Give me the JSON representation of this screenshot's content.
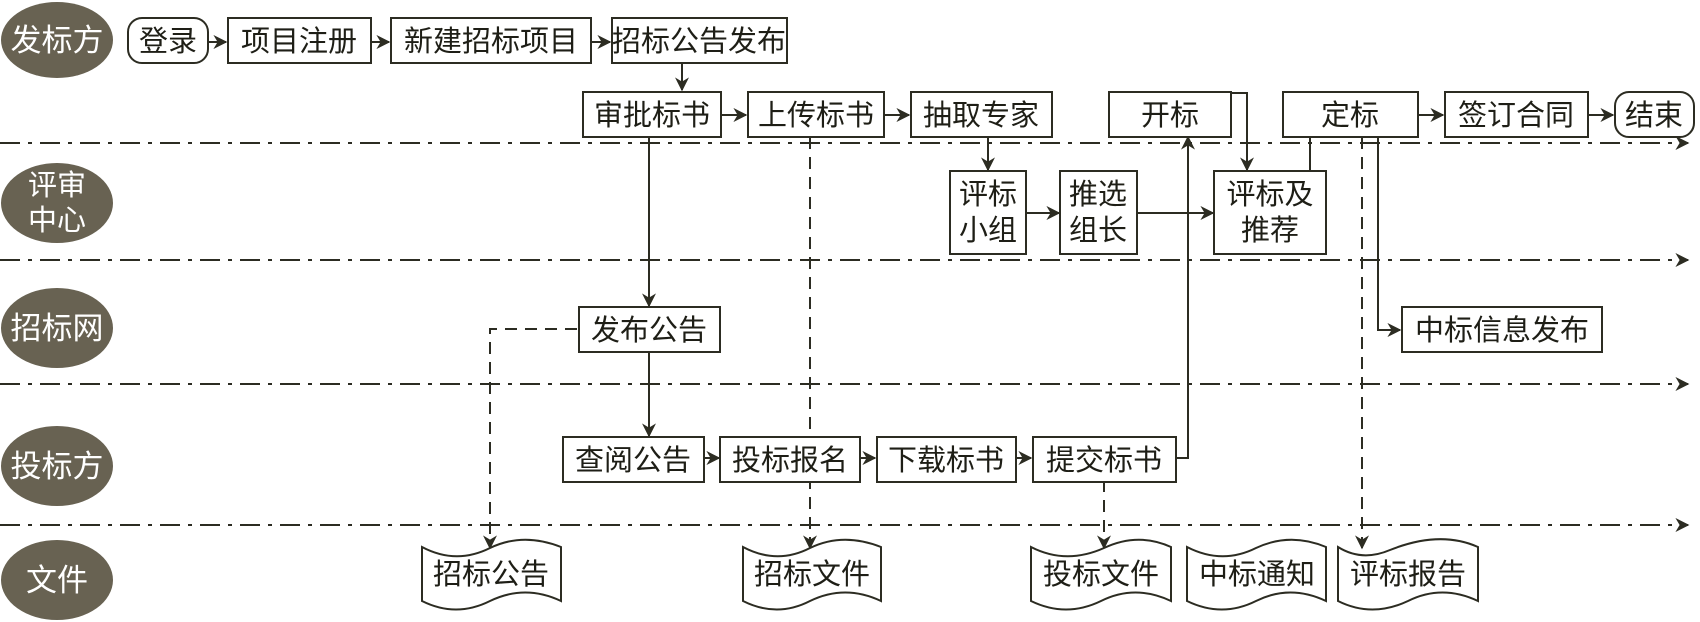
{
  "colors": {
    "lane_badge": "#686252",
    "line": "#2c2c22",
    "text": "#1e1e16"
  },
  "lanes": [
    {
      "id": "bidder_issuer",
      "label": "发标方"
    },
    {
      "id": "review_center",
      "label": "评审中心"
    },
    {
      "id": "bidding_site",
      "label": "招标网"
    },
    {
      "id": "bidder",
      "label": "投标方"
    },
    {
      "id": "documents",
      "label": "文件"
    }
  ],
  "nodes": {
    "login": "登录",
    "project_register": "项目注册",
    "new_project": "新建招标项目",
    "publish_notice": "招标公告发布",
    "approve_doc": "审批标书",
    "upload_doc": "上传标书",
    "draw_experts": "抽取专家",
    "open_bids": "开标",
    "award": "定标",
    "sign_contract": "签订合同",
    "end": "结束",
    "eval_group": "评标小组",
    "elect_leader": "推选组长",
    "eval_recommend": "评标及推荐",
    "post_notice": "发布公告",
    "winner_info": "中标信息发布",
    "view_notice": "查阅公告",
    "register_bid": "投标报名",
    "download_doc": "下载标书",
    "submit_bid": "提交标书",
    "doc_notice": "招标公告",
    "doc_tender": "招标文件",
    "doc_bid": "投标文件",
    "doc_award_notice": "中标通知",
    "doc_eval_report": "评标报告"
  }
}
